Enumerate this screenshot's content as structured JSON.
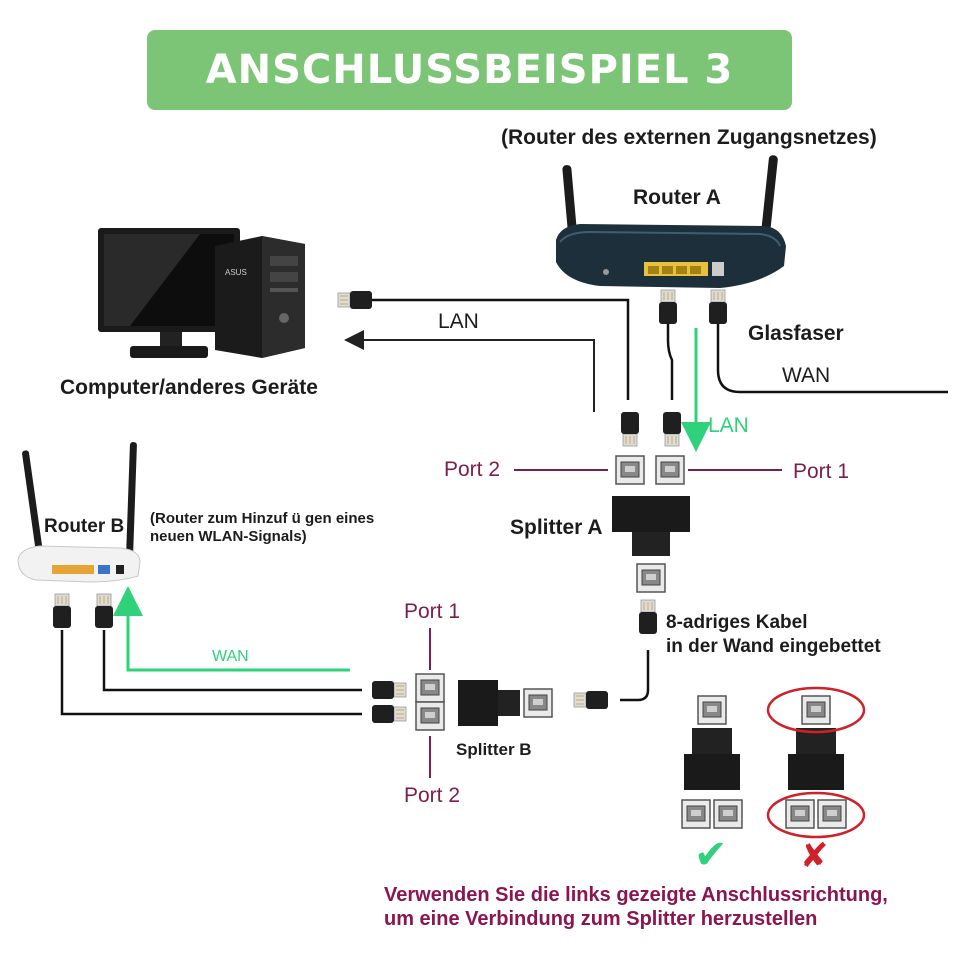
{
  "title": "ANSCHLUSSBEISPIEL 3",
  "router_a": {
    "note": "(Router des externen Zugangsnetzes)",
    "label": "Router A"
  },
  "computer": {
    "label": "Computer/anderes Geräte",
    "brand": "ASUS"
  },
  "links": {
    "lan_computer": "LAN",
    "glasfaser": "Glasfaser",
    "wan_top": "WAN",
    "lan_router": "LAN",
    "wan_router_b": "WAN"
  },
  "splitter_a": {
    "label": "Splitter A",
    "port_left": "Port 2",
    "port_right": "Port 1"
  },
  "splitter_b": {
    "label": "Splitter B",
    "port_top": "Port 1",
    "port_bottom": "Port 2"
  },
  "router_b": {
    "label": "Router B",
    "note_line1": "(Router zum Hinzuf ü gen eines",
    "note_line2": "neuen WLAN-Signals)"
  },
  "cable_note": {
    "line1": "8-adriges Kabel",
    "line2": "in der Wand eingebettet"
  },
  "correct_symbol": "✔",
  "wrong_symbol": "✘",
  "footer": {
    "line1": "Verwenden Sie die links gezeigte Anschlussrichtung,",
    "line2": "um eine Verbindung zum Splitter herzustellen"
  },
  "colors": {
    "banner": "#7cc576",
    "port_text": "#7a1f4d",
    "green_arrow": "#2fd27a",
    "footer_text": "#8b1550",
    "wrong_circle": "#d0202a",
    "check": "#2fd27a"
  }
}
